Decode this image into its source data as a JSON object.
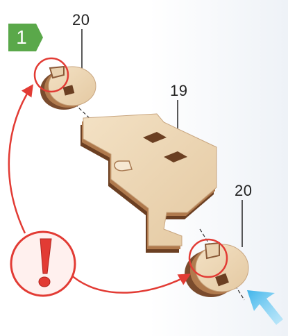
{
  "step": {
    "number": "1",
    "badge_color": "#5aa84a"
  },
  "callouts": {
    "top_part": "20",
    "middle_part": "19",
    "bottom_part": "20"
  },
  "colors": {
    "warning_red": "#e23b34",
    "arrow_blue": "#5fc4ee",
    "wood_light": "#ecd6b6",
    "wood_dark": "#8a5a38"
  }
}
